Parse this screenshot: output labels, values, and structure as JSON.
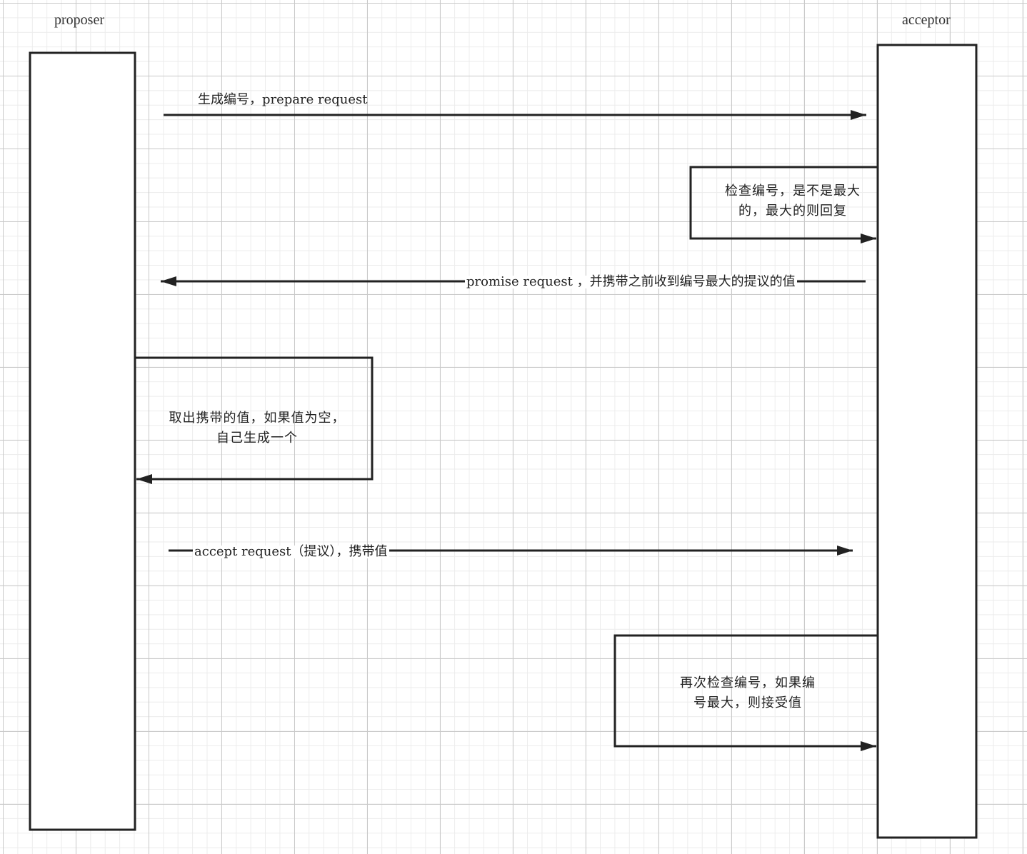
{
  "actors": {
    "left": "proposer",
    "right": "acceptor"
  },
  "messages": {
    "prepare": "生成编号，prepare request",
    "check": "检查编号，是不是最大的，最大的则回复",
    "promise": "promise request ，并携带之前收到编号最大的提议的值",
    "take_value": "取出携带的值，如果值为空，自己生成一个",
    "accept": "accept request（提议），携带值",
    "recheck": "再次检查编号，如果编号最大，则接受值"
  },
  "colors": {
    "stroke": "#222222",
    "grid_major": "#c9c9c9",
    "grid_minor": "#ececec"
  }
}
